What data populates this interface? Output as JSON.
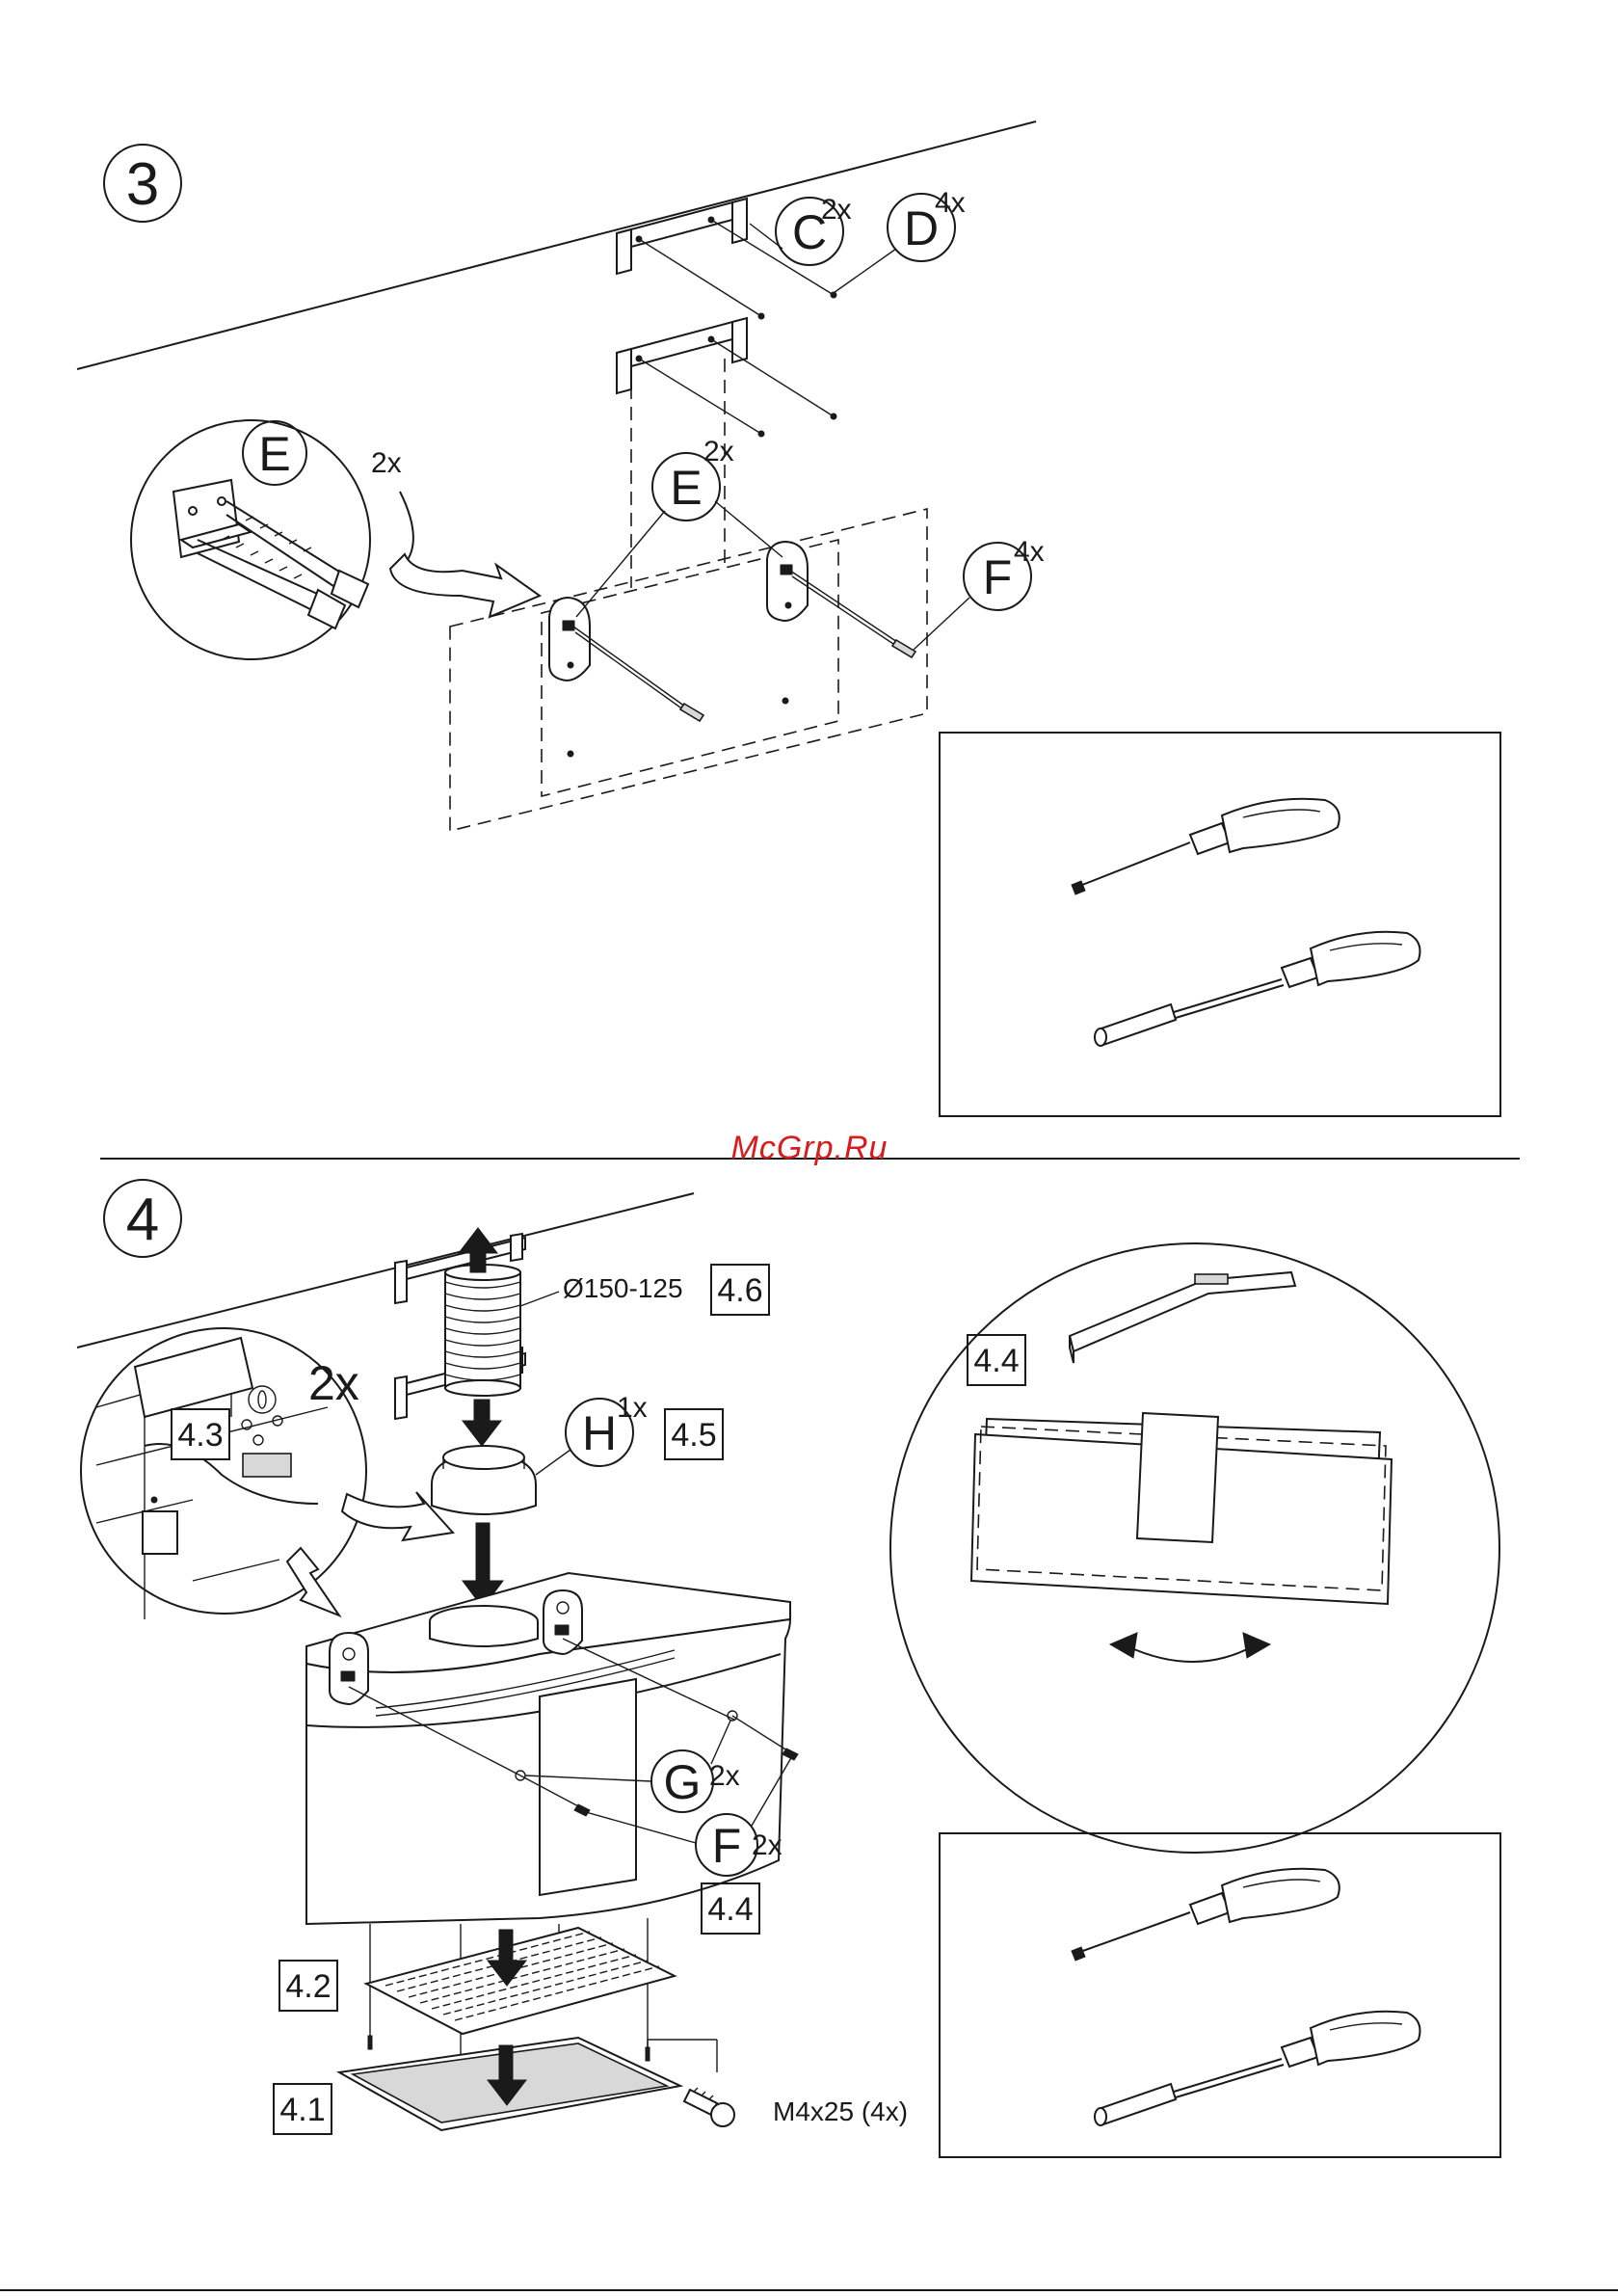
{
  "watermark": "McGrp.Ru",
  "step3": {
    "number": "3",
    "labels": {
      "c": "C",
      "c_qty": "2x",
      "d": "D",
      "d_qty": "4x",
      "e_detail": "E",
      "e_detail_qty": "2x",
      "e": "E",
      "e_qty": "2x",
      "f": "F",
      "f_qty": "4x"
    }
  },
  "step4": {
    "number": "4",
    "duct_size": "Ø150-125",
    "labels": {
      "box_4_6": "4.6",
      "h": "H",
      "h_qty": "1x",
      "box_4_5": "4.5",
      "detail_qty": "2x",
      "box_4_3": "4.3",
      "box_4_4_detail": "4.4",
      "g": "G",
      "g_qty": "2x",
      "f": "F",
      "f_qty": "2x",
      "box_4_4": "4.4",
      "box_4_2": "4.2",
      "box_4_1": "4.1",
      "screw": "M4x25 (4x)"
    }
  },
  "icons": [
    "phillips-screwdriver-icon",
    "nut-driver-icon",
    "spirit-level-icon",
    "arrow-up-icon",
    "arrow-down-icon"
  ]
}
